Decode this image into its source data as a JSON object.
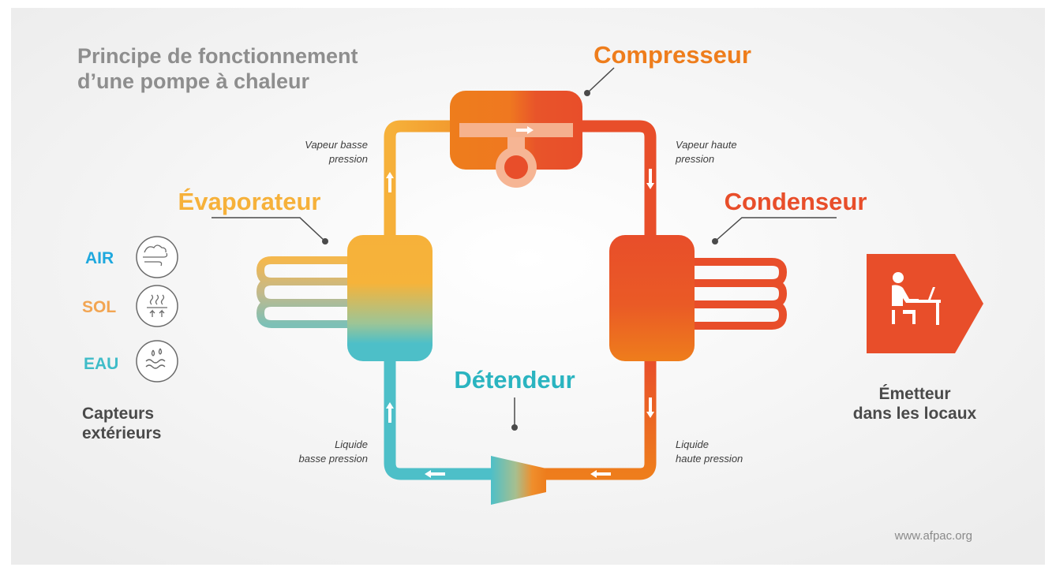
{
  "title": {
    "line1": "Principe de fonctionnement",
    "line2": "d’une pompe à chaleur"
  },
  "components": {
    "compressor": "Compresseur",
    "evaporator": "Évaporateur",
    "condenser": "Condenseur",
    "expansion_valve": "Détendeur"
  },
  "flow_labels": {
    "low_pressure_vapor": [
      "Vapeur basse",
      "pression"
    ],
    "high_pressure_vapor": [
      "Vapeur haute",
      "pression"
    ],
    "low_pressure_liquid": [
      "Liquide",
      "basse pression"
    ],
    "high_pressure_liquid": [
      "Liquide",
      "haute pression"
    ]
  },
  "sources": {
    "items": [
      {
        "label": "AIR",
        "icon": "wind-icon",
        "color": "#1ea8de"
      },
      {
        "label": "SOL",
        "icon": "ground-heat-icon",
        "color": "#f2a552"
      },
      {
        "label": "EAU",
        "icon": "water-drop-icon",
        "color": "#3fbcc8"
      }
    ],
    "caption": [
      "Capteurs",
      "extérieurs"
    ]
  },
  "emitter": {
    "caption": [
      "Émetteur",
      "dans les locaux"
    ],
    "icon": "person-at-desk-icon"
  },
  "footer": {
    "url": "www.afpac.org"
  },
  "colors": {
    "orange": "#ee7d1c",
    "red": "#e84e2a",
    "yellow": "#f6b13a",
    "teal": "#4dbfc8",
    "gray_text": "#8e8e8e",
    "dark_text": "#4a4a4a"
  }
}
